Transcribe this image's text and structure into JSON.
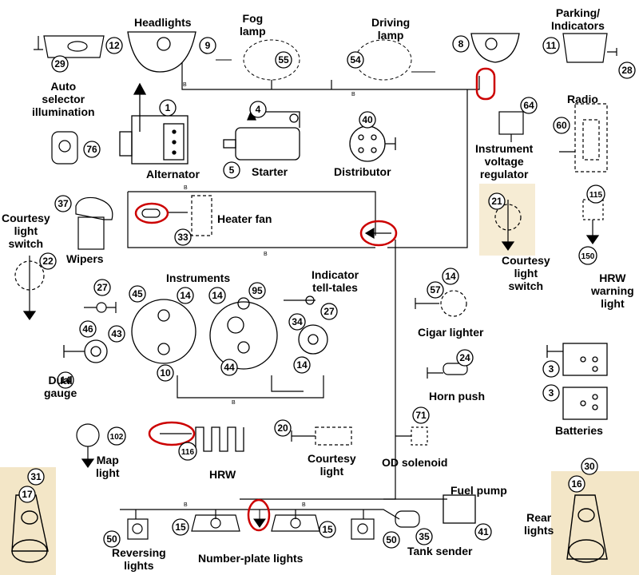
{
  "colors": {
    "wire": "#000000",
    "highlight": "#cc0000",
    "component_fill": "#f3e6c7"
  },
  "wire_code": "B",
  "labels": {
    "headlights": "Headlights",
    "fog_lamp": "Fog\nlamp",
    "driving_lamp": "Driving\nlamp",
    "parking_indicators": "Parking/\nIndicators",
    "auto_selector": "Auto\nselector\nillumination",
    "alternator": "Alternator",
    "starter": "Starter",
    "distributor": "Distributor",
    "radio": "Radio",
    "instrument_voltage_regulator": "Instrument\nvoltage\nregulator",
    "courtesy_light_switch_left": "Courtesy\nlight\nswitch",
    "heater_fan": "Heater fan",
    "wipers": "Wipers",
    "courtesy_light_switch_right": "Courtesy\nlight\nswitch",
    "hrw_warning_light": "HRW\nwarning\nlight",
    "instruments": "Instruments",
    "indicator_tell_tales": "Indicator\ntell-tales",
    "cigar_lighter": "Cigar lighter",
    "dual_gauge": "Dual\ngauge",
    "horn_push": "Horn push",
    "batteries": "Batteries",
    "map_light": "Map\nlight",
    "hrw": "HRW",
    "courtesy_light": "Courtesy\nlight",
    "od_solenoid": "OD solenoid",
    "fuel_pump": "Fuel pump",
    "rear_lights": "Rear\nlights",
    "reversing_lights": "Reversing\nlights",
    "number_plate_lights": "Number-plate lights",
    "tank_sender": "Tank sender"
  },
  "component_numbers": {
    "n12": "12",
    "n29": "29",
    "n9": "9",
    "n55": "55",
    "n54": "54",
    "n8": "8",
    "n11": "11",
    "n28": "28",
    "n1": "1",
    "n4": "4",
    "n5": "5",
    "n40": "40",
    "n64": "64",
    "n60": "60",
    "n76": "76",
    "n37": "37",
    "n33": "33",
    "n22": "22",
    "n21": "21",
    "n115": "115",
    "n150": "150",
    "n27a": "27",
    "n45": "45",
    "n14a": "14",
    "n14b": "14",
    "n95": "95",
    "n34": "34",
    "n27b": "27",
    "n57": "57",
    "n14c": "14",
    "n46": "46",
    "n43": "43",
    "n14d": "14",
    "n10": "10",
    "n44": "44",
    "n14e": "14",
    "n24": "24",
    "n3a": "3",
    "n3b": "3",
    "n102": "102",
    "n116": "116",
    "n20": "20",
    "n71": "71",
    "n31": "31",
    "n17": "17",
    "n30": "30",
    "n16": "16",
    "n50a": "50",
    "n15a": "15",
    "n15b": "15",
    "n50b": "50",
    "n35": "35",
    "n41": "41"
  }
}
